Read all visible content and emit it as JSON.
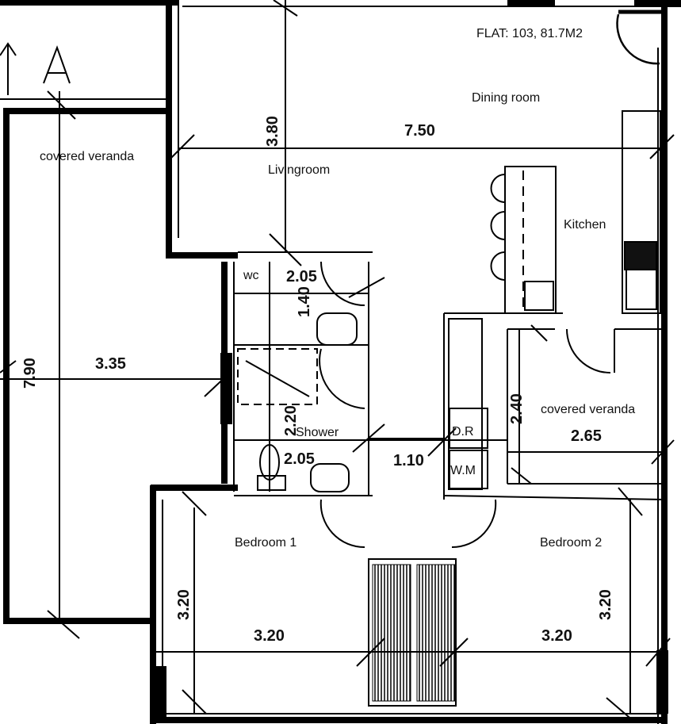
{
  "plan": {
    "title": "FLAT: 103, 81.7M2",
    "section_marker": "A",
    "rooms": {
      "dining": "Dining room",
      "living": "Livingroom",
      "kitchen": "Kitchen",
      "veranda_left": "covered veranda",
      "veranda_right": "covered veranda",
      "wc": "wc",
      "shower": "Shower",
      "dr": "D.R",
      "wm": "W.M",
      "bedroom1": "Bedroom 1",
      "bedroom2": "Bedroom 2"
    },
    "dimensions": {
      "living_width": "7.50",
      "living_depth": "3.80",
      "veranda_left_length": "7.90",
      "veranda_left_width": "3.35",
      "wc_width": "2.05",
      "wc_depth": "1.40",
      "shower_depth": "2.20",
      "shower_width": "2.05",
      "corridor_width": "1.10",
      "veranda_right_depth": "2.40",
      "veranda_right_width": "2.65",
      "bedroom1_depth": "3.20",
      "bedroom1_width": "3.20",
      "bedroom2_width": "3.20",
      "bedroom2_depth": "3.20"
    }
  }
}
